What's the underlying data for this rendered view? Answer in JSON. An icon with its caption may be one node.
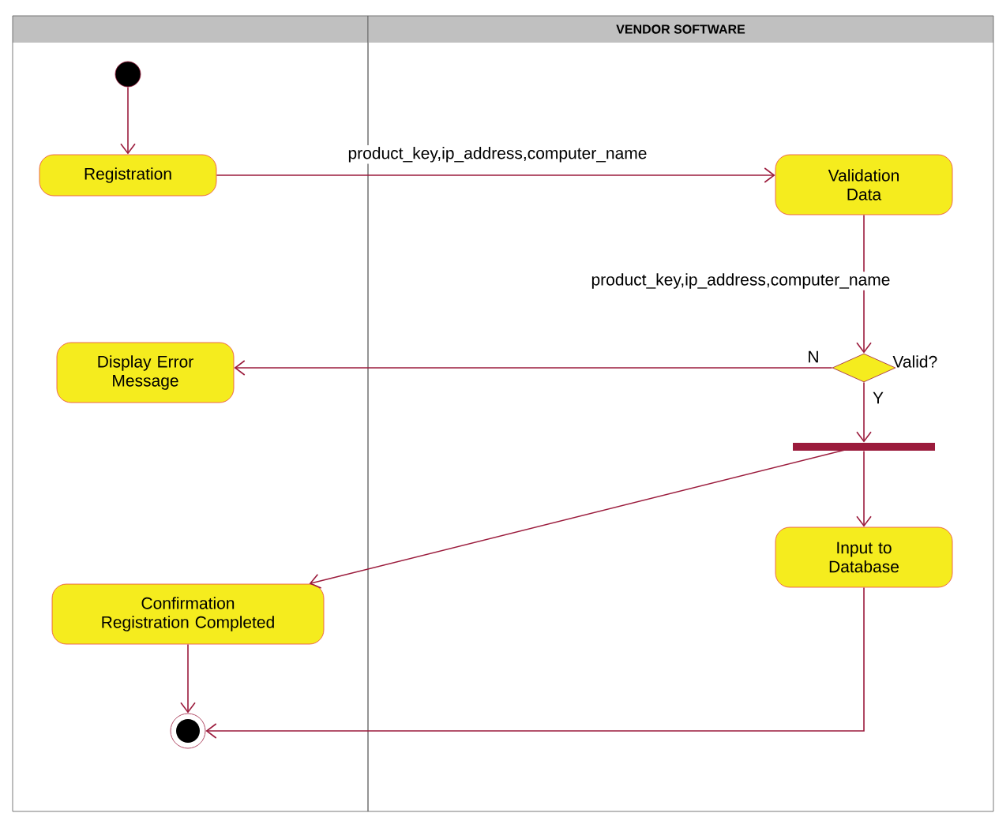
{
  "diagram": {
    "nodes": [
      {
        "text": [],
        "shape": "box"
      },
      {
        "text": [
          "VENDOR SOFTWARE"
        ]
      },
      {
        "text": [],
        "shape": "circle",
        "in": 0
      },
      {
        "text": [
          "Registration"
        ],
        "in": 0
      },
      {
        "text": [
          "Validation Data"
        ],
        "in": 1
      },
      {
        "text": [
          "Valid?"
        ],
        "in": 1
      },
      {
        "text": [
          "Display Error Message"
        ],
        "in": 0
      },
      {
        "text": [],
        "shape": "bar",
        "in": 1
      },
      {
        "text": [
          "Input to Database"
        ],
        "in": 1
      },
      {
        "text": [
          "Confirmation Registration Completed"
        ],
        "in": 0
      },
      {
        "text": [],
        "shape": "circle",
        "in": 0
      }
    ],
    "edges": [
      {
        "from": 2,
        "to": 3,
        "arrow": "to"
      },
      {
        "from": 3,
        "to": 4,
        "arrow": "to",
        "label": "product_key,ip_address,computer_name"
      },
      {
        "from": 4,
        "to": 5,
        "arrow": "to",
        "label": "product_key,ip_address,computer_name"
      },
      {
        "from": 5,
        "to": 6,
        "arrow": "to",
        "label": "N"
      },
      {
        "from": 5,
        "to": 7,
        "arrow": "to",
        "label": "Y"
      },
      {
        "from": 7,
        "to": 9,
        "arrow": "to"
      },
      {
        "from": 7,
        "to": 8,
        "arrow": "to"
      },
      {
        "from": 9,
        "to": 10,
        "arrow": "to"
      },
      {
        "from": 8,
        "to": 10,
        "arrow": "to"
      }
    ]
  }
}
